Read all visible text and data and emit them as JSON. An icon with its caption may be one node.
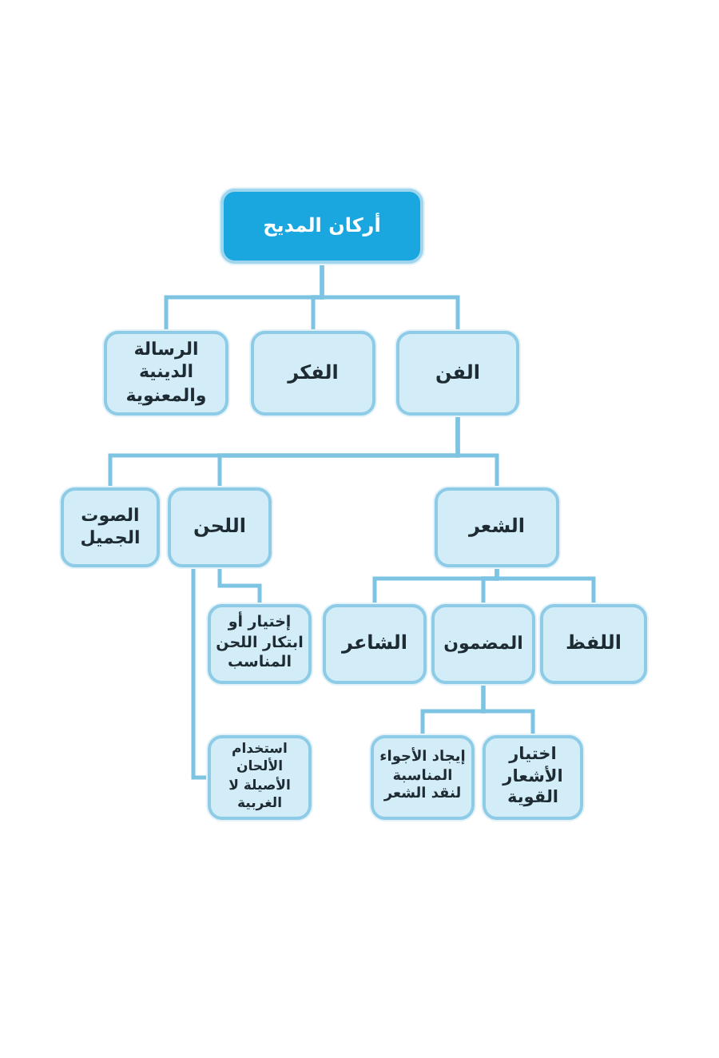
{
  "diagram": {
    "nodes": [
      {
        "text": [
          "أركان المديح"
        ]
      },
      {
        "text": [
          "الفن"
        ]
      },
      {
        "text": [
          "الفكر"
        ]
      },
      {
        "text": [
          "الرسالة الدينية والمعنوية"
        ]
      },
      {
        "text": [
          "الشعر"
        ]
      },
      {
        "text": [
          "اللحن"
        ]
      },
      {
        "text": [
          "الصوت الجميل"
        ]
      },
      {
        "text": [
          "اللفظ"
        ]
      },
      {
        "text": [
          "المضمون"
        ]
      },
      {
        "text": [
          "الشاعر"
        ]
      },
      {
        "text": [
          "إختيار أو ابتكار اللحن المناسب"
        ]
      },
      {
        "text": [
          "اختيار الأشعار القوية"
        ]
      },
      {
        "text": [
          "إيجاد الأجواء المناسبة لنقد الشعر"
        ]
      },
      {
        "text": [
          "استخدام الألحان الأصيلة لا الغربية"
        ]
      }
    ],
    "edges": [
      {
        "from": 0,
        "to": 1,
        "arrow": "none"
      },
      {
        "from": 0,
        "to": 2,
        "arrow": "none"
      },
      {
        "from": 0,
        "to": 3,
        "arrow": "none"
      },
      {
        "from": 1,
        "to": 4,
        "arrow": "none"
      },
      {
        "from": 1,
        "to": 5,
        "arrow": "none"
      },
      {
        "from": 1,
        "to": 6,
        "arrow": "none"
      },
      {
        "from": 4,
        "to": 7,
        "arrow": "none"
      },
      {
        "from": 4,
        "to": 8,
        "arrow": "none"
      },
      {
        "from": 4,
        "to": 9,
        "arrow": "none"
      },
      {
        "from": 5,
        "to": 10,
        "arrow": "none"
      },
      {
        "from": 5,
        "to": 13,
        "arrow": "none"
      },
      {
        "from": 8,
        "to": 11,
        "arrow": "none"
      },
      {
        "from": 8,
        "to": 12,
        "arrow": "none"
      }
    ]
  }
}
